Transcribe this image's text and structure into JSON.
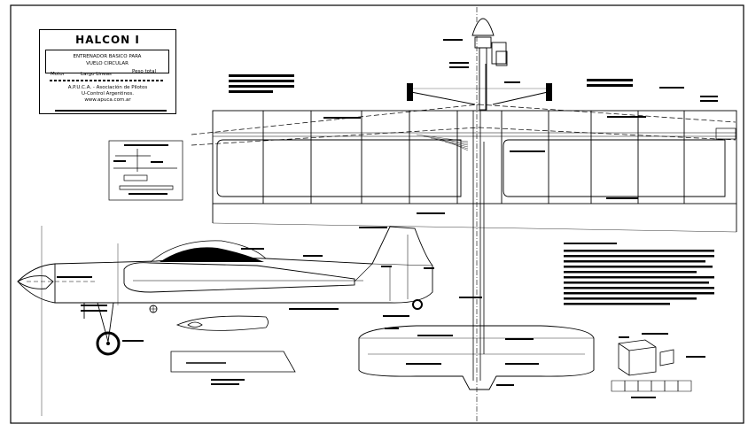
{
  "title_block": {
    "title": "HALCON I",
    "subtitle_line1": "ENTRENADOR BASICO PARA",
    "subtitle_line2": "VUELO CIRCULAR",
    "spec_motor": "Motor",
    "spec_lines": "Largo Lineas",
    "spec_weight": "Peso total",
    "org_line1": "A.P.U.C.A. - Asociación de Pilotos",
    "org_line2": "U-Control Argentinos.",
    "org_line3": "www.apuca.com.ar"
  },
  "colors": {
    "ink": "#000000",
    "paper": "#ffffff"
  }
}
